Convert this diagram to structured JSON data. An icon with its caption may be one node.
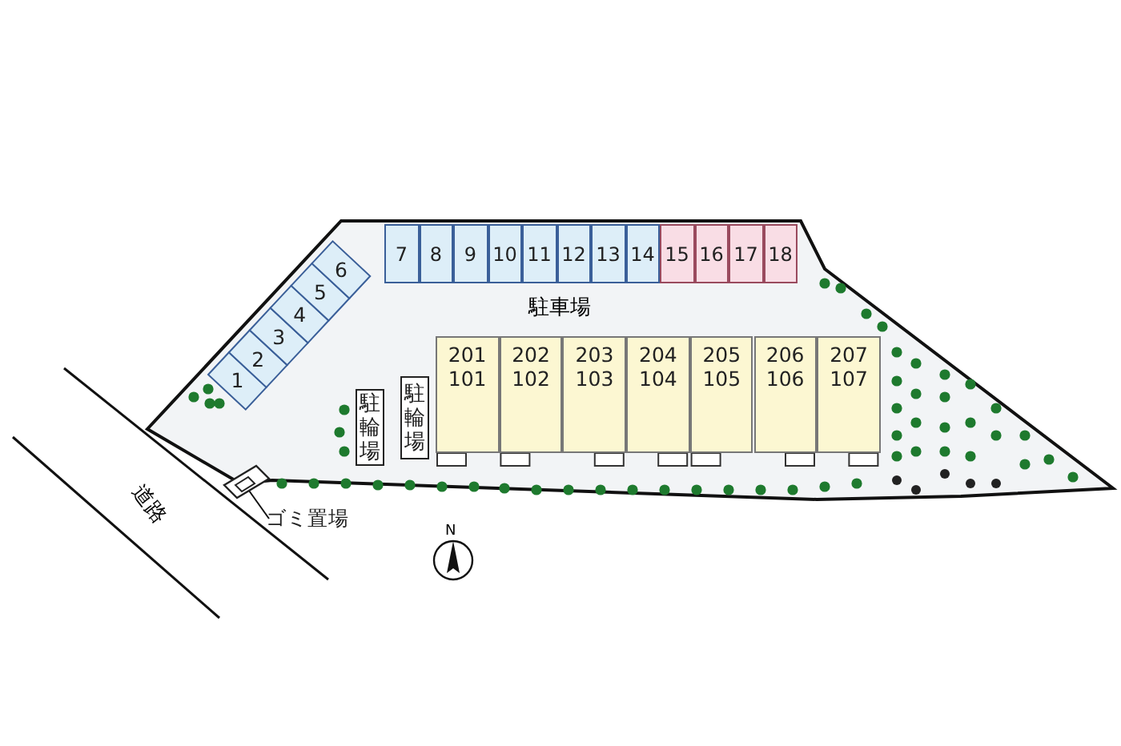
{
  "diagram": {
    "nodes": [
      {
        "text": [
          "1"
        ]
      },
      {
        "text": [
          "2"
        ]
      },
      {
        "text": [
          "3"
        ]
      },
      {
        "text": [
          "4"
        ]
      },
      {
        "text": [
          "5"
        ]
      },
      {
        "text": [
          "6"
        ]
      },
      {
        "text": [
          "7"
        ]
      },
      {
        "text": [
          "8"
        ]
      },
      {
        "text": [
          "9"
        ]
      },
      {
        "text": [
          "10"
        ]
      },
      {
        "text": [
          "11"
        ]
      },
      {
        "text": [
          "12"
        ]
      },
      {
        "text": [
          "13"
        ]
      },
      {
        "text": [
          "14"
        ]
      },
      {
        "text": [
          "15"
        ]
      },
      {
        "text": [
          "16"
        ]
      },
      {
        "text": [
          "17"
        ]
      },
      {
        "text": [
          "18"
        ]
      },
      {
        "text": [
          "駐輪場"
        ]
      },
      {
        "text": [
          "駐輪場"
        ]
      },
      {
        "text": [
          "201",
          "101"
        ]
      },
      {
        "text": [
          "202",
          "102"
        ]
      },
      {
        "text": [
          "203",
          "103"
        ]
      },
      {
        "text": [
          "204",
          "104"
        ]
      },
      {
        "text": [
          "205",
          "105"
        ]
      },
      {
        "text": [
          "206",
          "106"
        ]
      },
      {
        "text": [
          "207",
          "107"
        ]
      },
      {
        "text": [
          "ゴミ置場"
        ]
      },
      {
        "text": [],
        "shape": "box"
      }
    ],
    "edges": [
      {
        "from": 27,
        "to": 28,
        "arrow": "none"
      }
    ],
    "labels": [
      "駐車場",
      "道路",
      "N"
    ]
  }
}
